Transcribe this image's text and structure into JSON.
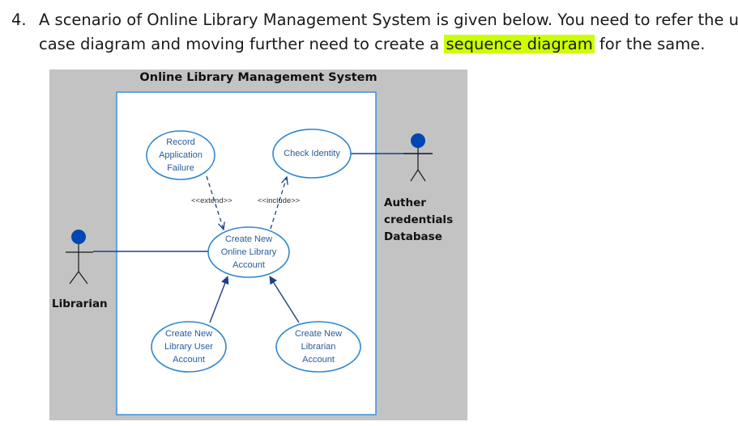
{
  "question": {
    "number": "4.",
    "line1": "A scenario of Online Library Management System is given below. You need to refer the use",
    "line2_before": "case diagram and moving further need to create a",
    "line2_highlight": "sequence diagram",
    "line2_after": "for the same."
  },
  "diagram": {
    "system_title": "Online Library Management System",
    "use_cases": {
      "record_failure": [
        "Record",
        "Application",
        "Failure"
      ],
      "check_identity": [
        "Check Identity"
      ],
      "create_online_account": [
        "Create New",
        "Online Library",
        "Account"
      ],
      "create_user_account": [
        "Create New",
        "Library User",
        "Account"
      ],
      "create_librarian_account": [
        "Create New",
        "Librarian",
        "Account"
      ]
    },
    "relationships": {
      "extend": "<<extend>>",
      "include": "<<include>>"
    },
    "actors": {
      "librarian": "Librarian",
      "database": [
        "Auther",
        "credentials",
        "Database"
      ]
    },
    "colors": {
      "usecase_border": "#2e86d1",
      "usecase_text": "#2a5a9e",
      "actor_head": "#0047b3",
      "highlight": "#ccff00",
      "figure_background": "#c3c3c3"
    }
  }
}
